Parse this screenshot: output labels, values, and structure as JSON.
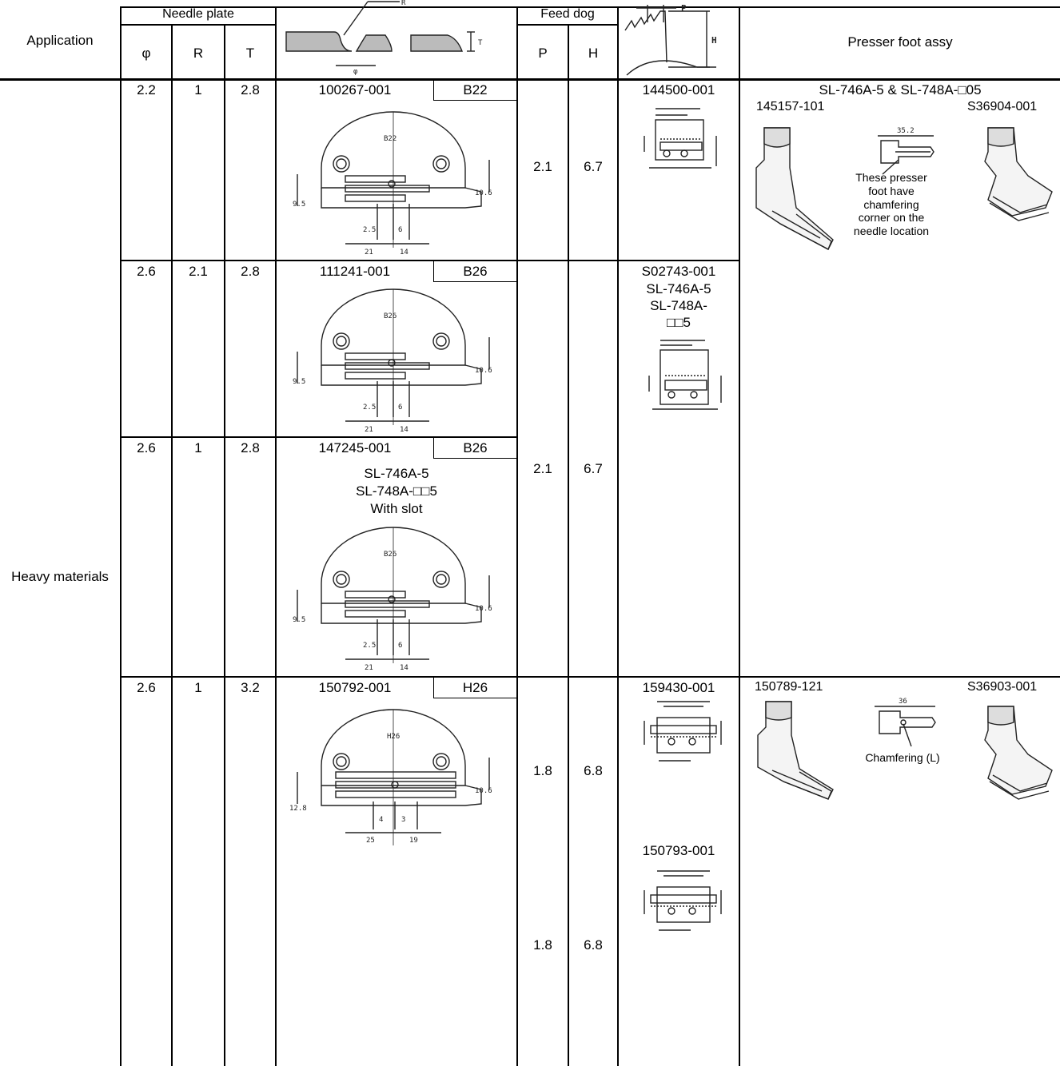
{
  "headers": {
    "needle_plate": "Needle plate",
    "feed_dog": "Feed dog",
    "application": "Application",
    "phi": "φ",
    "r": "R",
    "t": "T",
    "p": "P",
    "h": "H",
    "presser_foot": "Presser foot assy"
  },
  "application_value": "Heavy materials",
  "rows": [
    {
      "phi": "2.2",
      "r": "1",
      "t": "2.8",
      "part": "100267-001",
      "code": "B22",
      "plate_label": "B22",
      "dims": [
        "9.5",
        "10.6",
        "2.5",
        "6",
        "21",
        "14"
      ]
    },
    {
      "phi": "2.6",
      "r": "2.1",
      "t": "2.8",
      "part": "111241-001",
      "code": "B26",
      "plate_label": "B26",
      "dims": [
        "9.5",
        "10.6",
        "2.5",
        "6",
        "21",
        "14"
      ]
    },
    {
      "phi": "2.6",
      "r": "1",
      "t": "2.8",
      "part": "147245-001",
      "code": "B26",
      "plate_label": "B26",
      "note": [
        "SL-746A-5",
        "SL-748A-□□5",
        "With slot"
      ],
      "dims": [
        "9.5",
        "10.6",
        "2.5",
        "6",
        "21",
        "14"
      ]
    },
    {
      "phi": "2.6",
      "r": "1",
      "t": "3.2",
      "part": "150792-001",
      "code": "H26",
      "plate_label": "H26",
      "dims": [
        "12.8",
        "10.6",
        "4",
        "3",
        "25",
        "19"
      ]
    }
  ],
  "feed": [
    {
      "p": "2.1",
      "h": "6.7",
      "part": "144500-001"
    },
    {
      "p": "2.1",
      "h": "6.7",
      "part": "S02743-001",
      "note": [
        "SL-746A-5",
        "SL-748A-",
        "□□5"
      ]
    },
    {
      "p": "1.8",
      "h": "6.8",
      "part": "159430-001"
    },
    {
      "p": "1.8",
      "h": "6.8",
      "part": "150793-001"
    }
  ],
  "presser": [
    {
      "title": "SL-746A-5 & SL-748A-□05",
      "left": "145157-101",
      "right": "S36904-001",
      "note": [
        "These presser",
        "foot have",
        "chamfering",
        "corner on the",
        "needle location"
      ],
      "dim": "35.2"
    },
    {
      "left": "150789-121",
      "right": "S36903-001",
      "note": [
        "Chamfering (L)"
      ],
      "dim": "36"
    }
  ]
}
